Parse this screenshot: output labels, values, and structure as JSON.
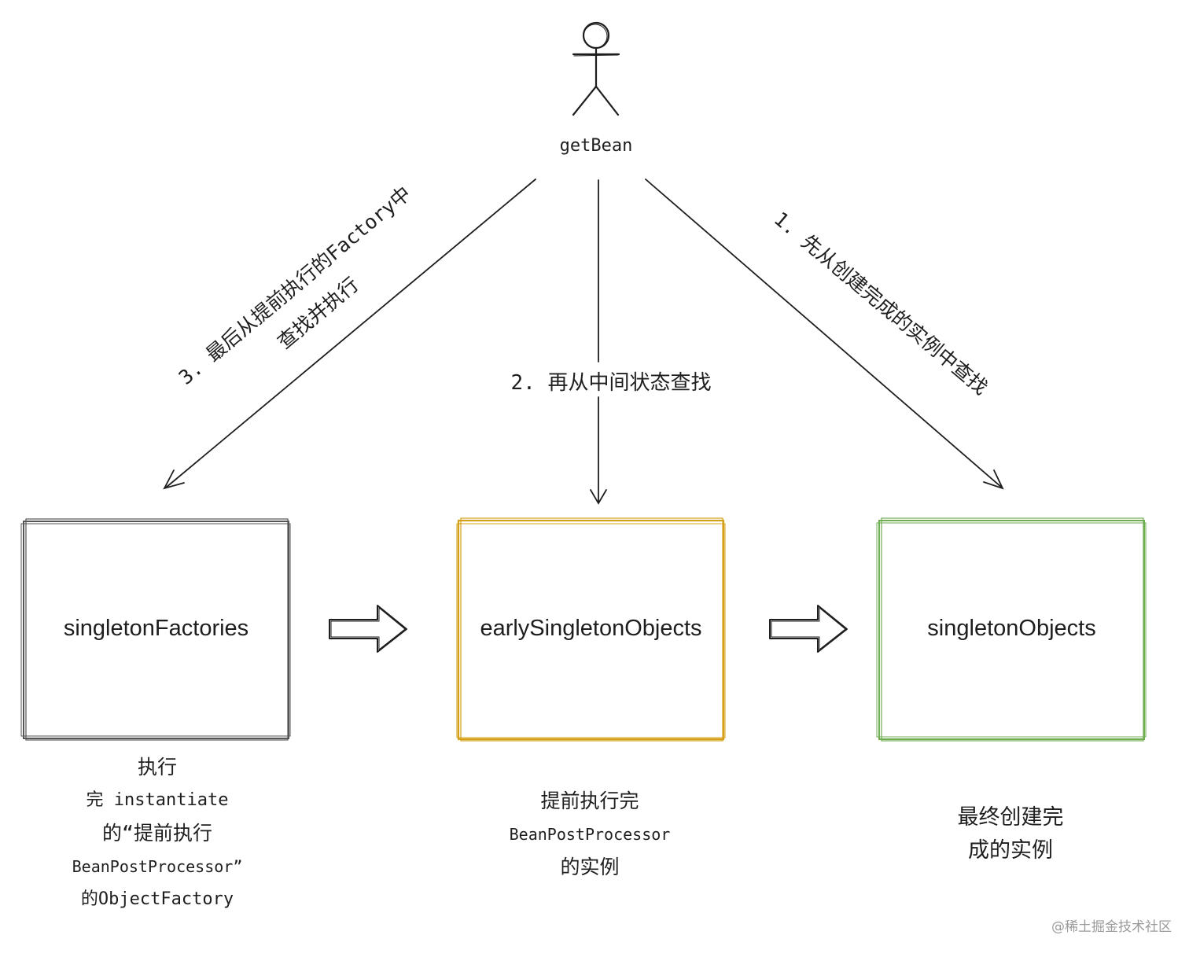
{
  "actor": {
    "label": "getBean"
  },
  "edges": {
    "left": {
      "lines": [
        "3. 最后从提前执行的Factory中",
        "查找并执行"
      ]
    },
    "middle": {
      "label": "2. 再从中间状态查找"
    },
    "right": {
      "label": "1. 先从创建完成的实例中查找"
    }
  },
  "boxes": [
    {
      "label": "singletonFactories",
      "stroke": "#555555"
    },
    {
      "label": "earlySingletonObjects",
      "stroke": "#d4a017"
    },
    {
      "label": "singletonObjects",
      "stroke": "#6fae4f"
    }
  ],
  "captions": {
    "left": [
      "执行",
      "完  instantiate",
      "的“提前执行",
      "BeanPostProcessor”",
      "的ObjectFactory"
    ],
    "middle": [
      "提前执行完",
      "BeanPostProcessor",
      "的实例"
    ],
    "right": [
      "最终创建完",
      "成的实例"
    ]
  },
  "watermark": "@稀土掘金技术社区"
}
